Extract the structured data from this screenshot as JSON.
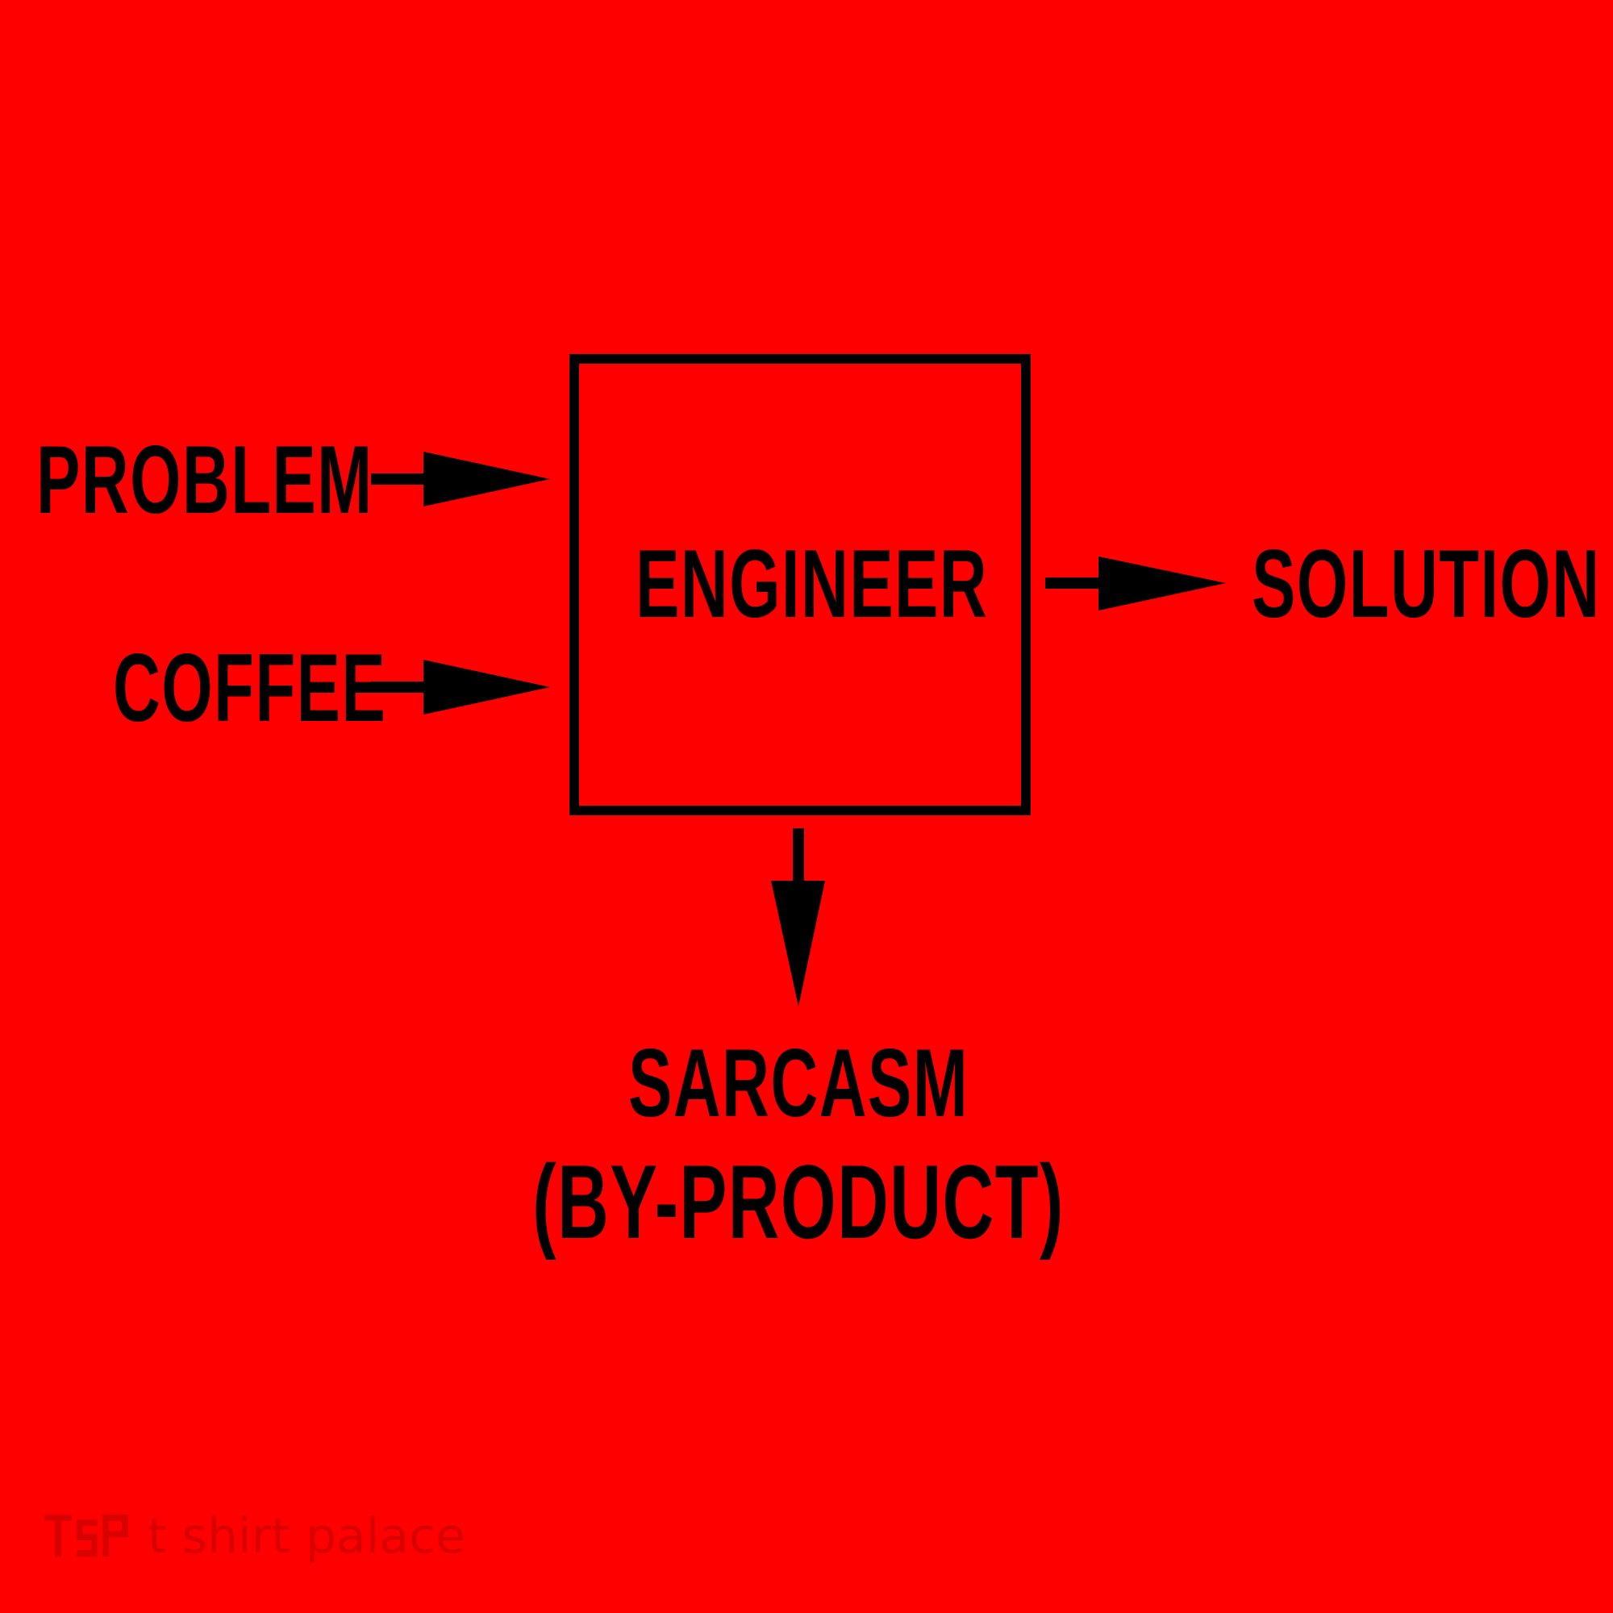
{
  "diagram": {
    "inputs": [
      {
        "label": "PROBLEM"
      },
      {
        "label": "COFFEE"
      }
    ],
    "process": {
      "label": "ENGINEER"
    },
    "output": {
      "label": "SOLUTION"
    },
    "byproduct": {
      "line1": "SARCASM",
      "line2": "(BY-PRODUCT)"
    }
  },
  "watermark": {
    "text": "t shirt palace",
    "logo_text": "TSP"
  },
  "colors": {
    "background": "#ff0000",
    "ink": "#000000"
  }
}
